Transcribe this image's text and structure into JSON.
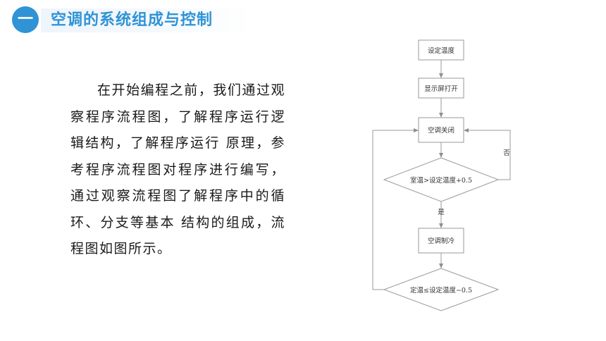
{
  "header": {
    "badge_text": "一",
    "title": "空调的系统组成与控制"
  },
  "body": {
    "paragraph": "在开始编程之前，我们通过观察程序流程图，了解程序运行逻辑结构，了解程序运行 原理，参考程序流程图对程序进行编写，通过观察流程图了解程序中的循环、分支等基本 结构的组成，流程图如图所示。"
  },
  "flowchart": {
    "steps": {
      "set_temp": "设定温度",
      "display_on": "显示屏打开",
      "ac_off": "空调关闭",
      "condition_high": "室温>设定温度+0.5",
      "label_no": "否",
      "label_yes": "是",
      "cooling": "空调制冷",
      "condition_low": "定温≤设定温度−0.5"
    }
  },
  "colors": {
    "accent": "#2f93d6",
    "line": "#9a9a9a"
  }
}
